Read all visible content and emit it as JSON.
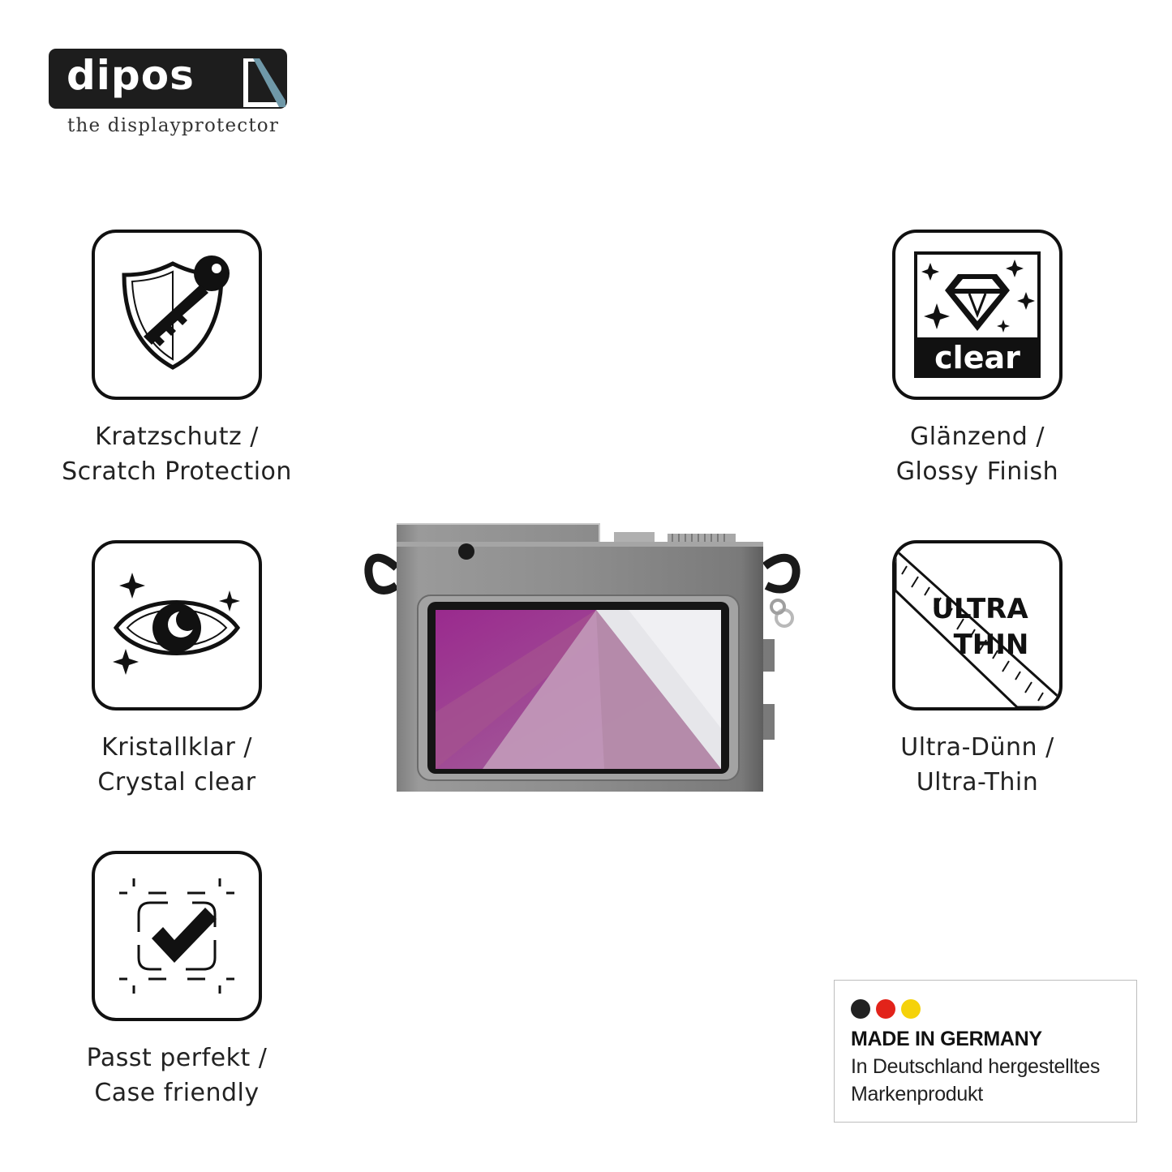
{
  "brand": {
    "name": "dipos",
    "tagline": "the displayprotector"
  },
  "features": [
    {
      "icon": "shield-key-icon",
      "line1": "Kratzschutz /",
      "line2": "Scratch Protection"
    },
    {
      "icon": "eye-sparkle-icon",
      "line1": "Kristallklar /",
      "line2": "Crystal clear"
    },
    {
      "icon": "check-frame-icon",
      "line1": "Passt perfekt /",
      "line2": "Case friendly"
    },
    {
      "icon": "diamond-clear-icon",
      "icon_text": "clear",
      "line1": "Glänzend /",
      "line2": "Glossy Finish"
    },
    {
      "icon": "ultra-thin-ruler-icon",
      "icon_text_1": "ULTRA",
      "icon_text_2": "THIN",
      "line1": "Ultra-Dünn /",
      "line2": "Ultra-Thin"
    }
  ],
  "made_in_germany": {
    "title": "MADE IN GERMANY",
    "line1": "In Deutschland hergestelltes",
    "line2": "Markenprodukt",
    "colors": [
      "#222222",
      "#e2231a",
      "#f5d20a"
    ]
  }
}
